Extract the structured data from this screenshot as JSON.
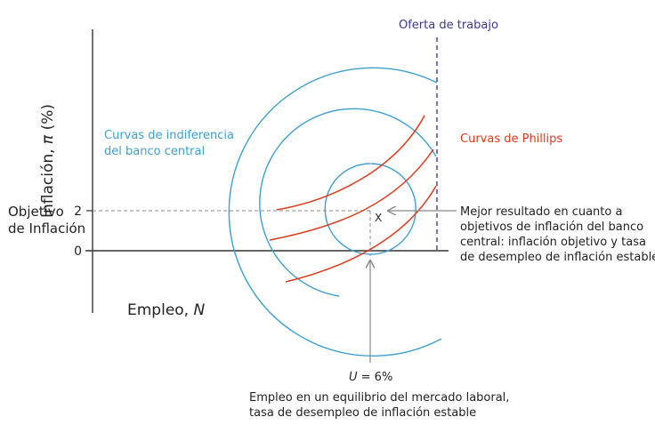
{
  "axis": {
    "y_label_prefix": "Inflación, ",
    "y_label_symbol": "π",
    "y_label_suffix": " (%)",
    "x_label_prefix": "Empleo, ",
    "x_label_symbol": "N",
    "tick_2": "2",
    "tick_0": "0",
    "target_line1": "Objetivo",
    "target_line2": "de Inflación"
  },
  "labels": {
    "labor_supply": "Oferta de trabajo",
    "indifference_line1": "Curvas de indiferencia",
    "indifference_line2": "del banco central",
    "phillips": "Curvas de Phillips",
    "point_x": "X",
    "best_line1": "Mejor resultado en cuanto a",
    "best_line2": "objetivos de inflación del banco",
    "best_line3": "central: inflación objetivo y tasa",
    "best_line4": "de desempleo de inflación estable",
    "u_symbol": "U",
    "u_value": " = 6%",
    "eq_line1": "Empleo en un equilibrio del mercado laboral,",
    "eq_line2": "tasa de desempleo de inflación estable"
  },
  "colors": {
    "axis": "#333333",
    "indifference": "#3e9fd0",
    "phillips": "#dd3b1c",
    "labor_supply": "#3b3a8c",
    "arrow": "#888888"
  }
}
